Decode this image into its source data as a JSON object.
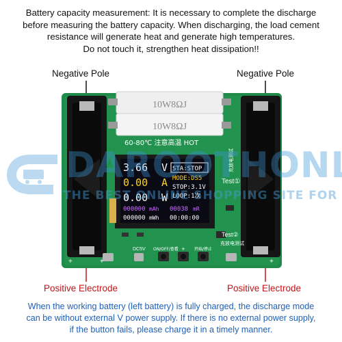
{
  "header": {
    "lines": [
      "Battery capacity measurement: It is necessary to complete the discharge",
      "before measuring the battery capacity. When discharging, the load cement",
      "resistance will generate heat and generate high temperatures.",
      "Do not touch it, strengthen heat dissipation!!"
    ]
  },
  "callouts": {
    "negative_left": "Negative Pole",
    "negative_right": "Negative Pole",
    "positive_left": "Positive Electrode",
    "positive_right": "Positive Electrode"
  },
  "footer": {
    "lines": [
      "When the working battery (left battery) is fully charged, the discharge mode",
      "can be without external V power supply.  If there is no external power supply,",
      "if the button fails, please charge it in a timely manner."
    ]
  },
  "board": {
    "resistor_top": "10W8ΩJ",
    "resistor_bottom": "10W8ΩJ",
    "warning": "60-80℃ 注意高温 HOT",
    "test1": "Test①",
    "test1_cn": "充放电测试",
    "test2": "Test②",
    "test2_cn": "充放电测试",
    "dc_label": "DC5V",
    "btn_labels": [
      "ON/OFF/查看",
      "+",
      "开始/停止"
    ],
    "plus_marks": [
      "+",
      "+",
      "+"
    ]
  },
  "lcd": {
    "voltage": "3.66",
    "voltage_unit": "V",
    "current": "0.00",
    "current_unit": "A",
    "power": "0.00",
    "power_unit": "W",
    "status": "STA:STOP",
    "mode": "MODE:DS5",
    "stop": "STOP:3.1V",
    "loop": "LOOP:1次",
    "mah": "000000",
    "mah_unit": "mAh",
    "mr": "00038",
    "mr_unit": "mR",
    "mwh": "000000",
    "mwh_unit": "mWh",
    "time": "00:00:00"
  },
  "watermark": {
    "big": "DAROOTHONLINE LA.ORG",
    "small": "THE BEST ONLINE SHOPPING SITE FOR YOU"
  },
  "colors": {
    "pcb": "#1f8a4a",
    "pcb_dark": "#146b37",
    "callout_red": "#c0141a",
    "footer_blue": "#1e5fb8",
    "lcd_bg": "#0a0a14"
  }
}
